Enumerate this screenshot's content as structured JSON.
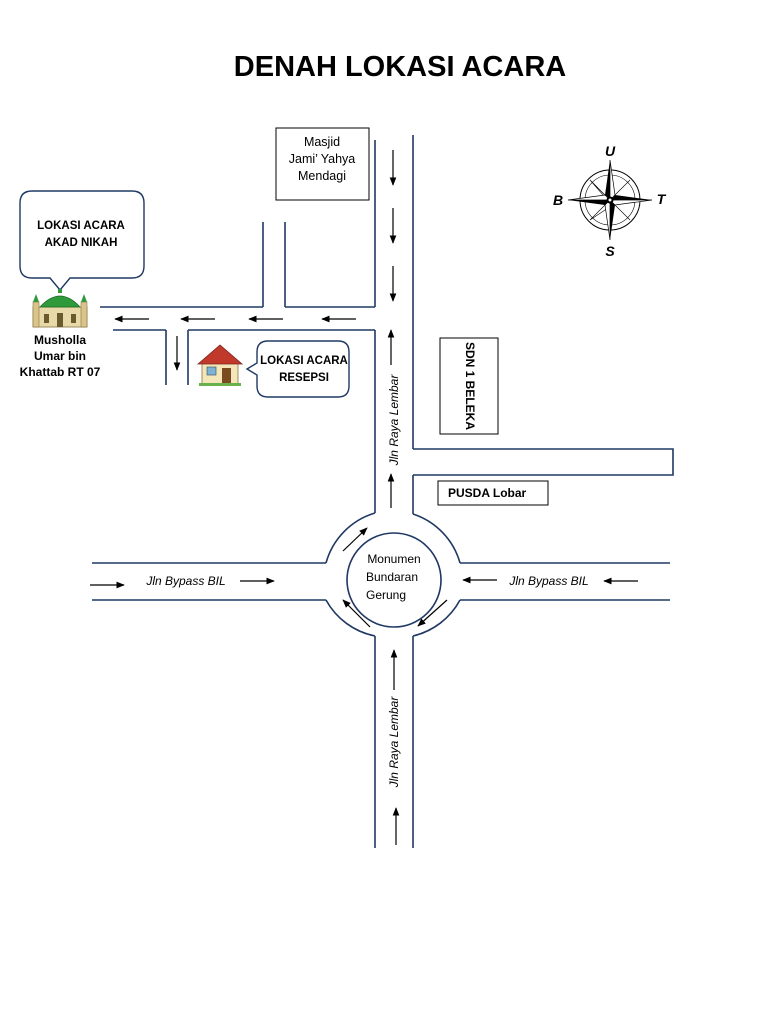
{
  "title": "DENAH LOKASI ACARA",
  "compass": {
    "north": "U",
    "south": "S",
    "east": "T",
    "west": "B"
  },
  "landmarks": {
    "masjid": [
      "Masjid",
      "Jami’ Yahya",
      "Mendagi"
    ],
    "akad_callout": [
      "LOKASI ACARA",
      "AKAD NIKAH"
    ],
    "musholla": [
      "Musholla",
      "Umar bin",
      "Khattab RT 07"
    ],
    "resepsi_callout": [
      "LOKASI ACARA",
      "RESEPSI"
    ],
    "sdn": "SDN 1 BELEKA",
    "pusda": "PUSDA Lobar",
    "monumen": [
      "Monumen",
      "Bundaran",
      "Gerung"
    ]
  },
  "roads": {
    "raya_lembar": "Jln Raya Lembar",
    "bypass": "Jln Bypass BIL"
  },
  "icons": {
    "mosque": "mosque-icon",
    "house": "house-icon",
    "compass": "compass-rose-icon"
  }
}
